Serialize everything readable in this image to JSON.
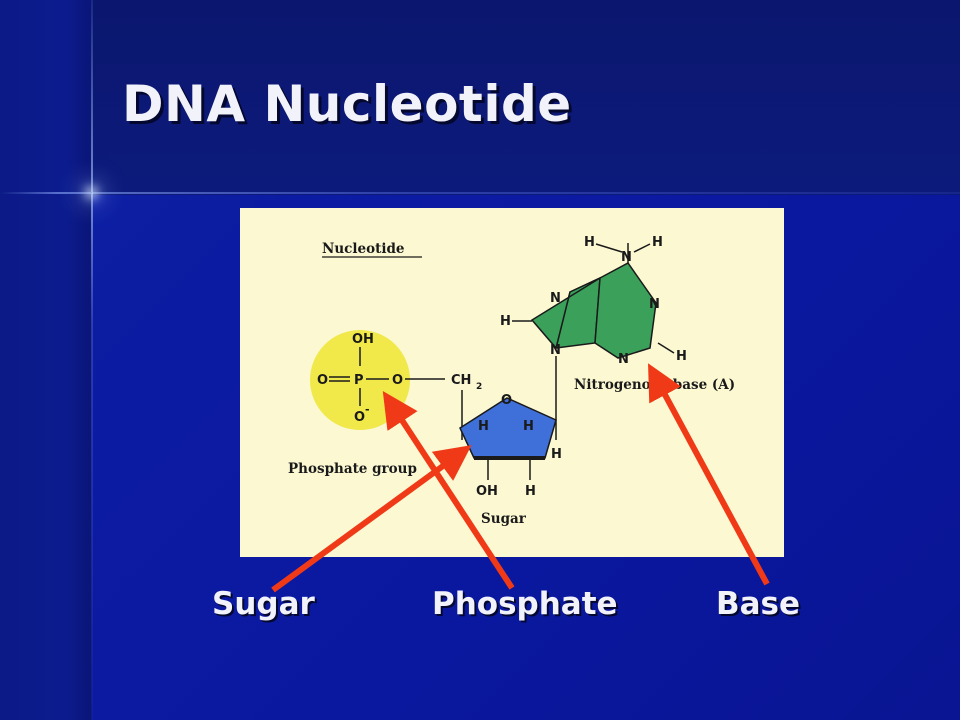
{
  "slide": {
    "title": "DNA Nucleotide"
  },
  "figure": {
    "heading": "Nucleotide",
    "captions": {
      "phosphate_group": "Phosphate group",
      "sugar": "Sugar",
      "nitrogenous_base": "Nitrogenous base (A)"
    },
    "atoms": {
      "oxygen": "O",
      "phosphorus": "P",
      "hydrogen": "H",
      "nitrogen": "N",
      "hydroxyl": "OH",
      "ch2": "CH",
      "ch2_sub": "2",
      "o_minus": "O",
      "minus": "-"
    },
    "colors": {
      "panel": "#fbf8d2",
      "phosphate_circle": "#f1e84a",
      "sugar_ring": "#3f6fd8",
      "base_rings": "#3aa05a"
    }
  },
  "labels": {
    "sugar": "Sugar",
    "phosphate": "Phosphate",
    "base": "Base"
  },
  "arrows": {
    "color": "#f03a17"
  }
}
